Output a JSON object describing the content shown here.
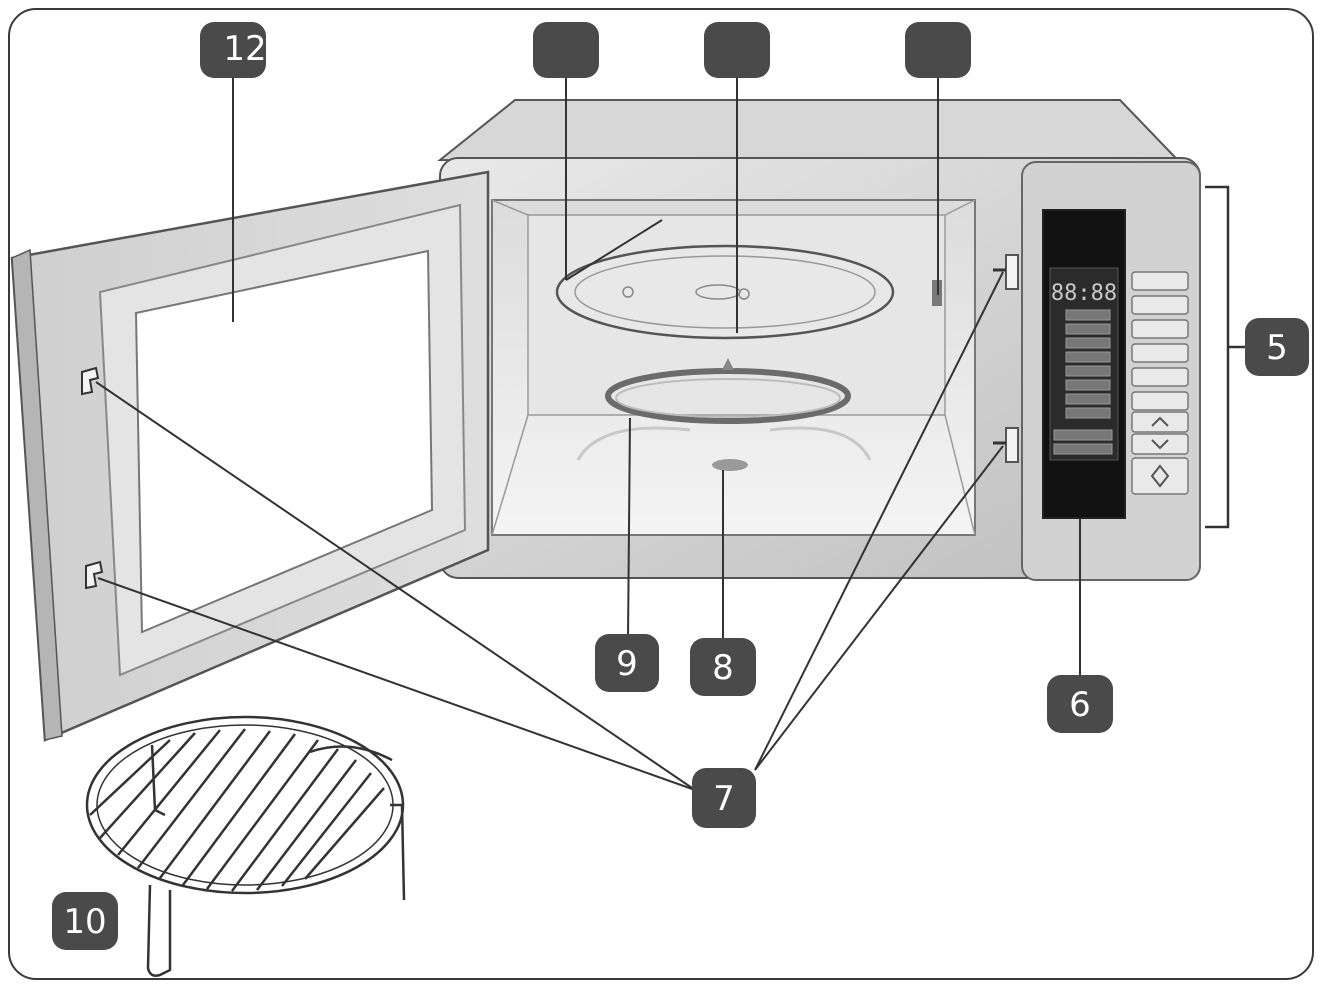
{
  "labels": {
    "door": "12",
    "top_left": "",
    "top_mid": "",
    "top_right": "",
    "control_panel": "5",
    "display": "6",
    "latches": "7",
    "coupler": "8",
    "roller_ring": "9",
    "rack": "10"
  },
  "display": {
    "time": "88:88"
  },
  "colors": {
    "badge": "#4a4a4a",
    "outline": "#3a3a3a"
  }
}
